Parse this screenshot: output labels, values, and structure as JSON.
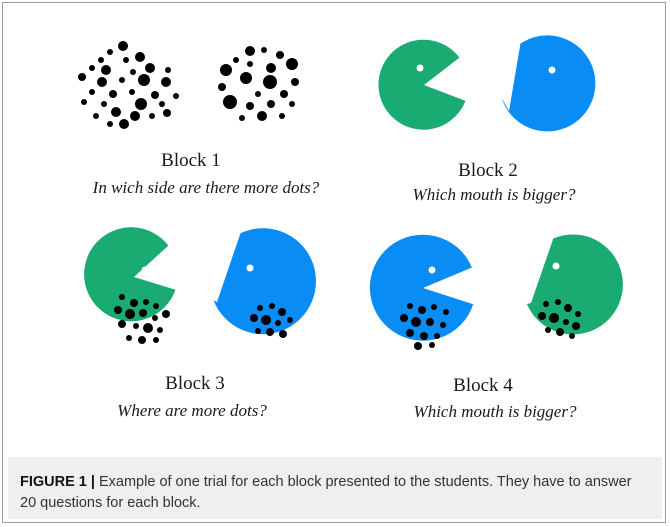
{
  "colors": {
    "green": "#1aab72",
    "blue": "#0a8cf5",
    "dot": "#000000"
  },
  "blocks": [
    {
      "title": "Block 1",
      "question": "In wich side are there more dots?",
      "stimuli": [
        "dot-cloud",
        "dot-cloud"
      ]
    },
    {
      "title": "Block 2",
      "question": "Which mouth is bigger?",
      "stimuli": [
        "green-pacman",
        "blue-pacman"
      ]
    },
    {
      "title": "Block 3",
      "question": "Where are more dots?",
      "stimuli": [
        "green-pacman-with-dots",
        "blue-pacman-with-dots"
      ]
    },
    {
      "title": "Block 4",
      "question": "Which mouth is bigger?",
      "stimuli": [
        "blue-pacman-with-dots",
        "green-pacman-with-dots"
      ]
    }
  ],
  "caption": {
    "label": "FIGURE 1 |",
    "text": " Example of one trial for each block presented to the students. They have to answer 20 questions for each block."
  }
}
